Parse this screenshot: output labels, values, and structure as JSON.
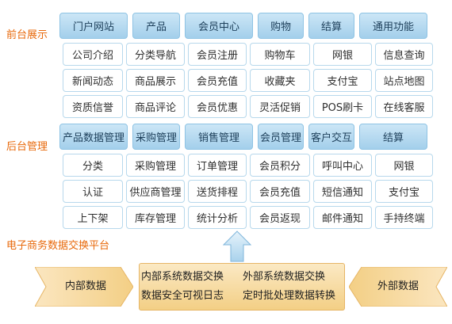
{
  "labels": {
    "front": "前台展示",
    "back": "后台管理",
    "platform": "电子商务数据交换平台"
  },
  "front_headers": [
    "门户网站",
    "产品",
    "会员中心",
    "购物",
    "结算",
    "通用功能"
  ],
  "front_rows": [
    [
      "公司介绍",
      "分类导航",
      "会员注册",
      "购物车",
      "网银",
      "信息查询"
    ],
    [
      "新闻动态",
      "商品展示",
      "会员充值",
      "收藏夹",
      "支付宝",
      "站点地图"
    ],
    [
      "资质信誉",
      "商品评论",
      "会员优惠",
      "灵活促销",
      "POS刷卡",
      "在线客服"
    ]
  ],
  "back_headers": [
    "产品数据管理",
    "采购管理",
    "销售管理",
    "会员管理",
    "客户交互",
    "结算"
  ],
  "back_rows": [
    [
      "分类",
      "采购管理",
      "订单管理",
      "会员积分",
      "呼叫中心",
      "网银"
    ],
    [
      "认证",
      "供应商管理",
      "送货排程",
      "会员充值",
      "短信通知",
      "支付宝"
    ],
    [
      "上下架",
      "库存管理",
      "统计分析",
      "会员返现",
      "邮件通知",
      "手持终端"
    ]
  ],
  "exchange": {
    "left": "内部数据",
    "right": "外部数据",
    "items": [
      "内部系统数据交换",
      "外部系统数据交换",
      "数据安全可视日志",
      "定时批处理数据转换"
    ]
  },
  "colors": {
    "label": "#e8690b",
    "header_fill": "#a3cfeb",
    "cell_border": "#b7d8ec",
    "exchange_fill": "#f3cf85"
  }
}
